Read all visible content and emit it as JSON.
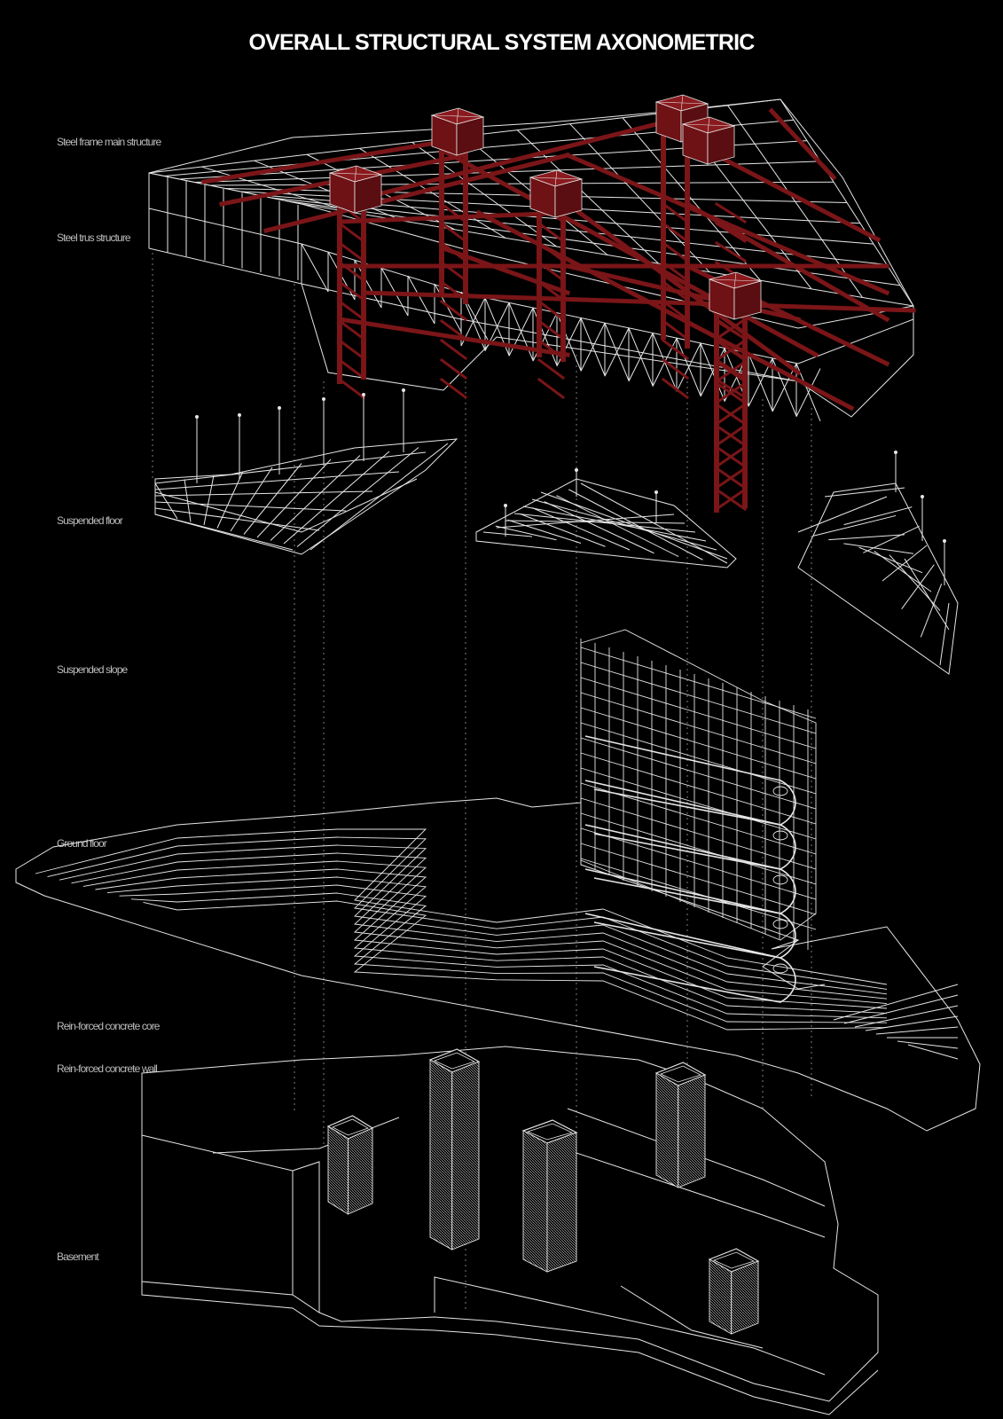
{
  "title": "OVERALL STRUCTURAL SYSTEM AXONOMETRIC",
  "colors": {
    "background": "#000000",
    "line": "#e6e6e6",
    "steel_red": "#7a1518",
    "label": "#bdbdbd"
  },
  "labels": {
    "steel_frame": "Steel frame main structure",
    "steel_truss": "Steel trus structure",
    "suspended_floor": "Suspended floor",
    "suspended_slope": "Suspended slope",
    "ground_floor": "Ground  floor",
    "concrete_core": "Rein-forced concrete core",
    "concrete_wall": "Rein-forced concrete wall",
    "basement": "Basement"
  }
}
